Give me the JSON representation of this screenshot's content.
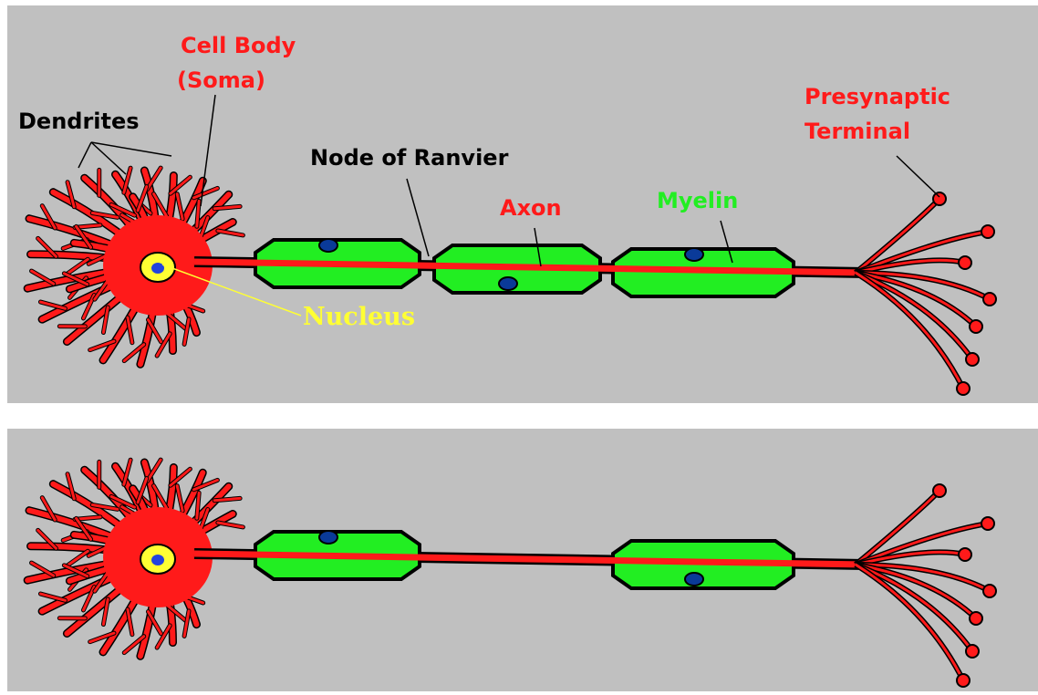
{
  "labels": {
    "cell_body": [
      "Cell Body",
      "(Soma)"
    ],
    "dendrites": "Dendrites",
    "node_of_ranvier": "Node of Ranvier",
    "axon": "Axon",
    "myelin": "Myelin",
    "presynaptic": [
      "Presynaptic",
      "Terminal"
    ],
    "nucleus": "Nucleus"
  },
  "colors": {
    "background": "#c0c0c0",
    "neuron": "#ff1a1a",
    "myelin": "#22ee22",
    "nucleus": "#ffff33",
    "cell_nucleus_dot": "#2244dd",
    "label_red": "#ff1a1a",
    "label_black": "#000000",
    "label_green": "#22ee22",
    "label_yellow": "#ffff33"
  },
  "panels": [
    {
      "name": "labeled-neuron",
      "myelin_segments": 3
    },
    {
      "name": "unlabeled-neuron",
      "myelin_segments": 2
    }
  ]
}
